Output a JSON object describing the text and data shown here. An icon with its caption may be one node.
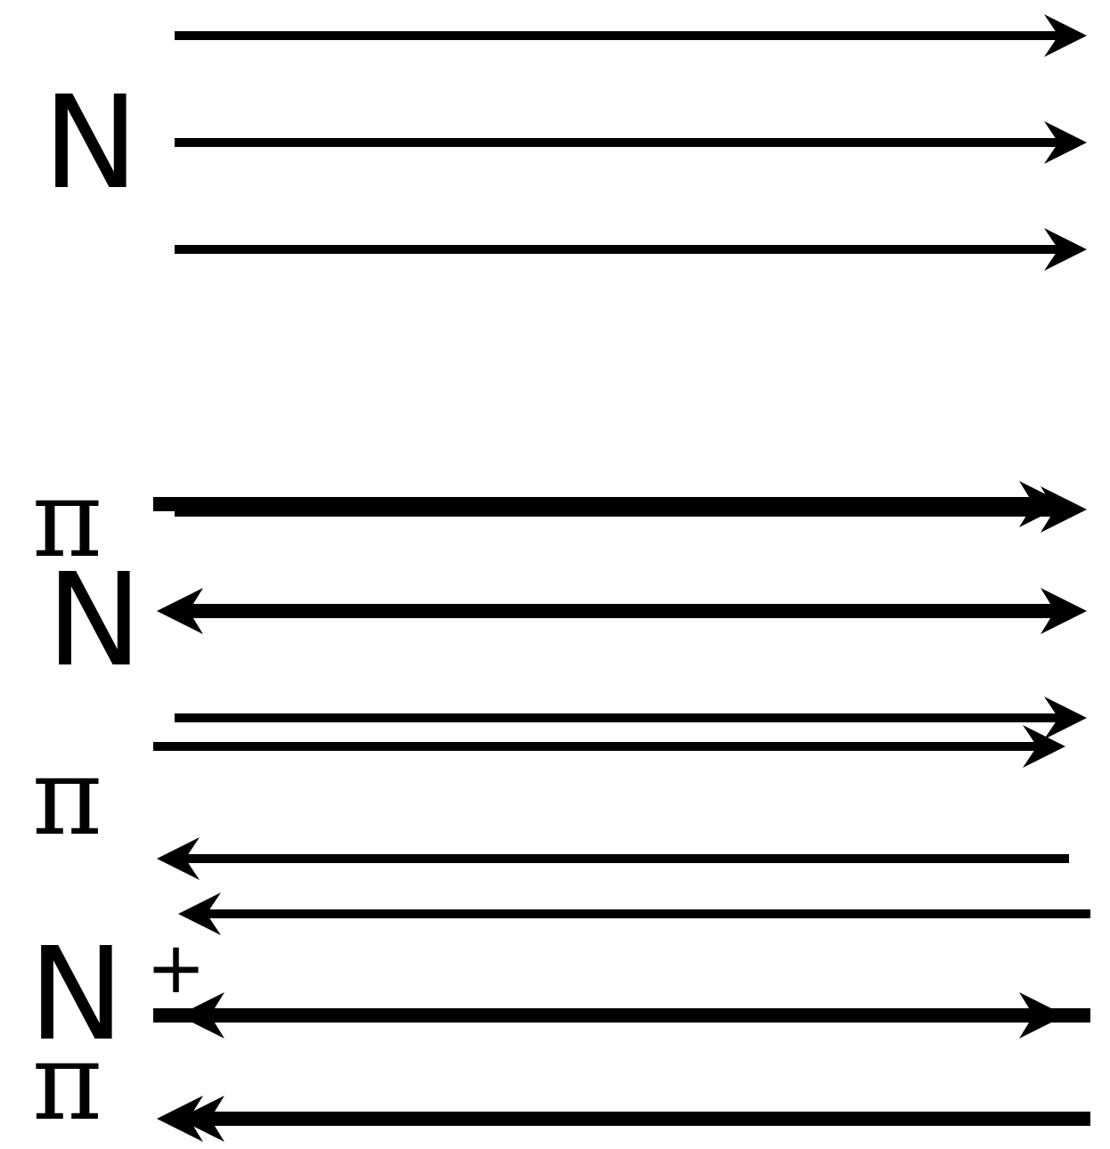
{
  "diagram": {
    "labels": [
      "N",
      "π",
      "N",
      "π",
      "N",
      "+",
      "π"
    ]
  }
}
